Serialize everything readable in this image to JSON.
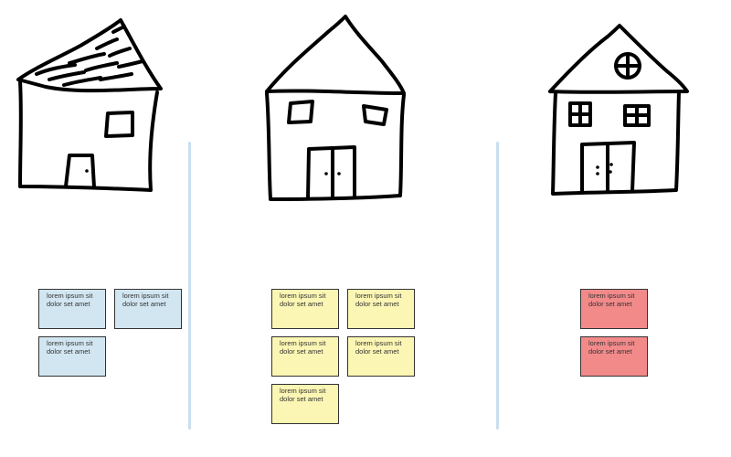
{
  "colors": {
    "outline": "#000000",
    "divider": "#c9def0",
    "note_blue": "#d2e6f1",
    "note_yellow": "#fbf6b3",
    "note_red": "#f38a8a"
  },
  "columns": [
    {
      "house": "house-1",
      "notes": [
        {
          "line1": "lorem ipsum sit",
          "line2": "dolor set amet"
        },
        {
          "line1": "lorem ipsum sit",
          "line2": "dolor set amet"
        },
        {
          "line1": "lorem ipsum sit",
          "line2": "dolor set amet"
        }
      ]
    },
    {
      "house": "house-2",
      "notes": [
        {
          "line1": "lorem ipsum sit",
          "line2": "dolor set amet"
        },
        {
          "line1": "lorem ipsum sit",
          "line2": "dolor set amet"
        },
        {
          "line1": "lorem ipsum sit",
          "line2": "dolor set amet"
        },
        {
          "line1": "lorem ipsum sit",
          "line2": "dolor set amet"
        },
        {
          "line1": "lorem ipsum sit",
          "line2": "dolor set amet"
        }
      ]
    },
    {
      "house": "house-3",
      "notes": [
        {
          "line1": "lorem ipsum sit",
          "line2": "dolor set amet"
        },
        {
          "line1": "lorem ipsum sit",
          "line2": "dolor set amet"
        }
      ]
    }
  ]
}
